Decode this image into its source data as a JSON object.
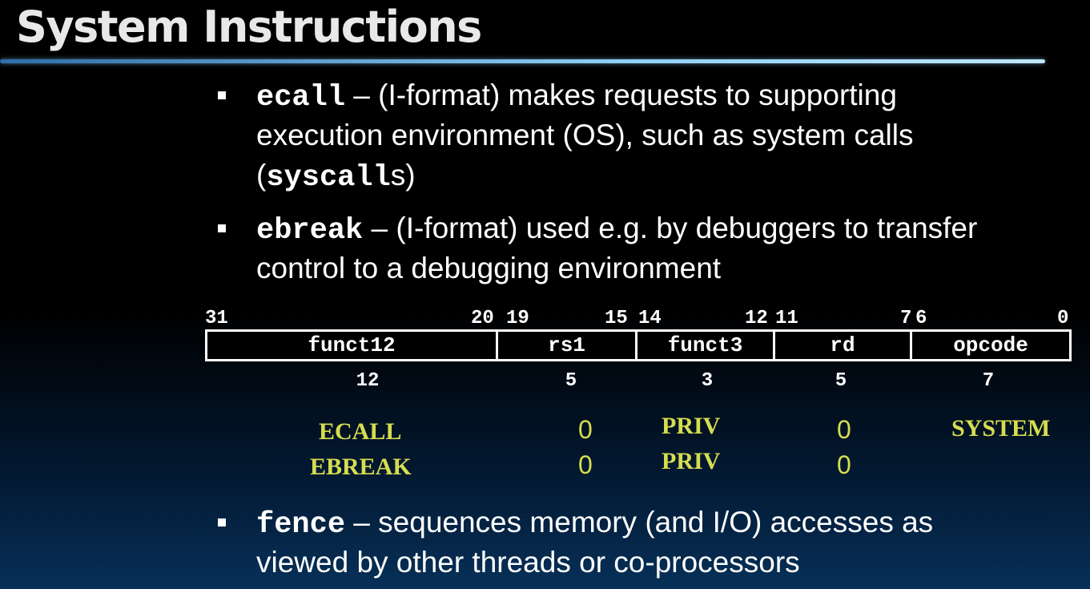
{
  "title": "System Instructions",
  "bullets": [
    {
      "code": "ecall",
      "line1_rest": " – (I-format) makes requests to supporting",
      "line2": "execution environment (OS), such as system calls",
      "line3_open": "(",
      "line3_code": "syscall",
      "line3_close": "s)"
    },
    {
      "code": "ebreak",
      "line1_rest": " – (I-format) used e.g. by debuggers to transfer",
      "line2": "control to a debugging environment"
    },
    {
      "code": "fence",
      "line1_rest": " – sequences memory (and I/O) accesses as",
      "line2": "viewed by other threads or co-processors"
    }
  ],
  "format": {
    "bit_numbers": [
      "31",
      "20",
      "19",
      "15",
      "14",
      "12",
      "11",
      "7",
      "6",
      "0"
    ],
    "fields": [
      "funct12",
      "rs1",
      "funct3",
      "rd",
      "opcode"
    ],
    "widths": [
      "12",
      "5",
      "3",
      "5",
      "7"
    ]
  },
  "encodings": [
    {
      "name": "ECALL",
      "rs1": "0",
      "funct3": "PRIV",
      "rd": "0",
      "opcode": "SYSTEM"
    },
    {
      "name": "EBREAK",
      "rs1": "0",
      "funct3": "PRIV",
      "rd": "0",
      "opcode": ""
    }
  ],
  "colors": {
    "accent_yellow": "#d6dd4f",
    "rule_blue": "#8fd0f5"
  }
}
